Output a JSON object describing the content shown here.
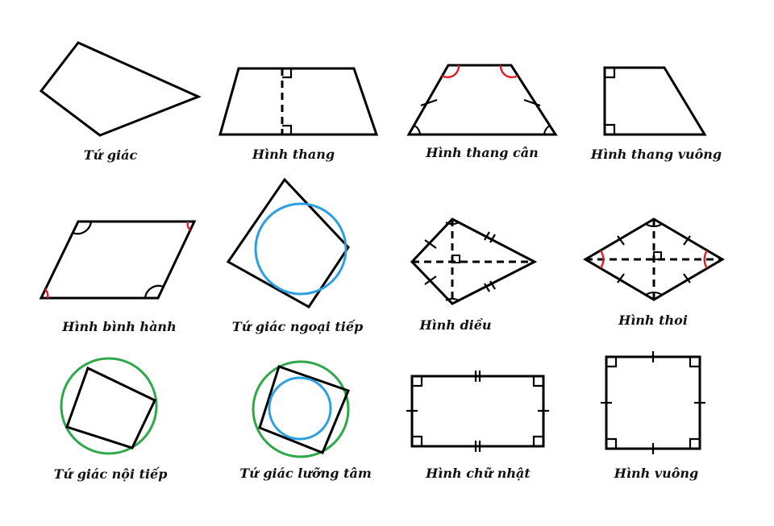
{
  "colors": {
    "ink": "#000000",
    "angle_mark": "#e31b23",
    "incircle": "#2b9fe0",
    "circumcircle": "#2ea84a"
  },
  "labels": {
    "quadrilateral": "Tứ giác",
    "trapezoid": "Hình thang",
    "isosceles_trapezoid": "Hình thang cân",
    "right_trapezoid": "Hình thang vuông",
    "parallelogram": "Hình bình hành",
    "tangential_quadrilateral": "Tứ giác ngoại tiếp",
    "kite": "Hình diều",
    "rhombus": "Hình thoi",
    "cyclic_quadrilateral": "Tứ giác nội tiếp",
    "bicentric_quadrilateral": "Tứ giác lưỡng tâm",
    "rectangle": "Hình chữ nhật",
    "square": "Hình vuông"
  }
}
